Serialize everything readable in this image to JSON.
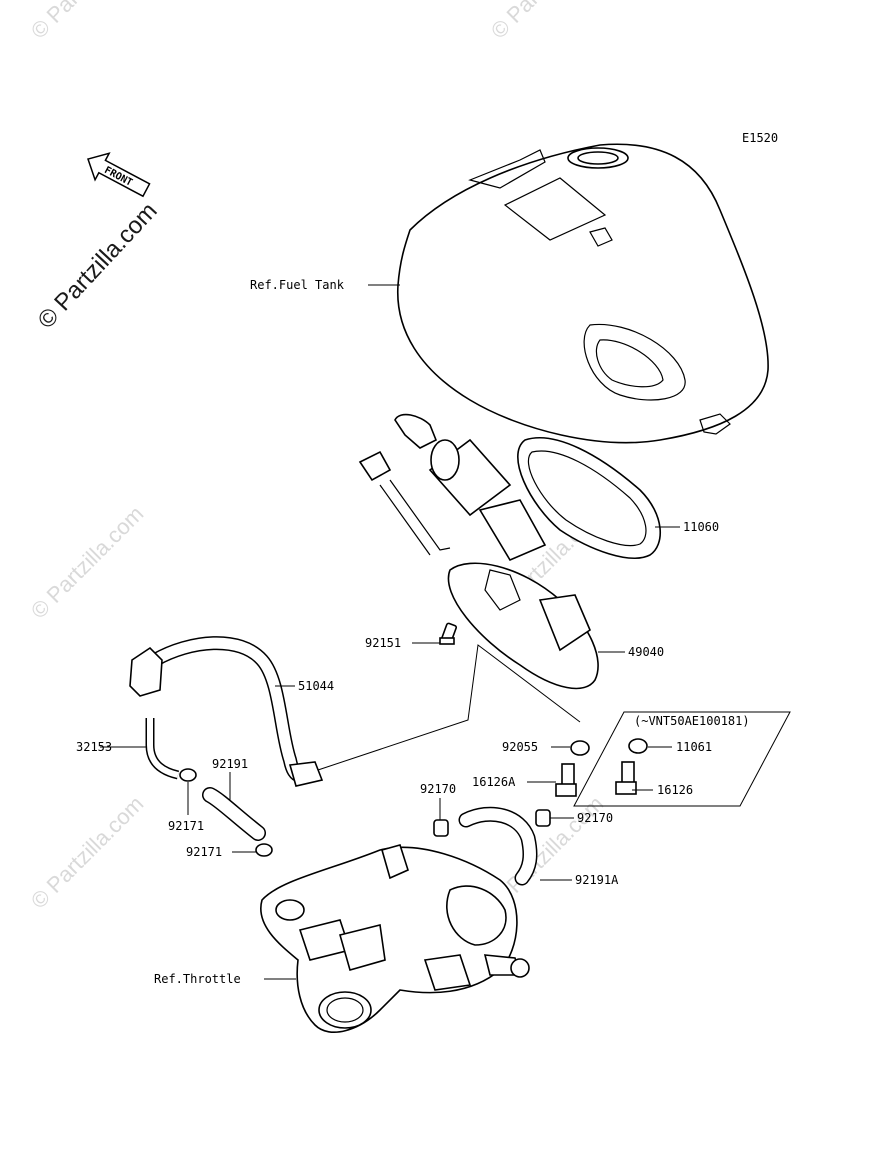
{
  "diagram_code": "E1520",
  "front_label": "FRONT",
  "watermark_main": "© Partzilla.com",
  "watermark_faint": "© Partzilla.com",
  "note_box_label": "(~VNT50AE100181)",
  "labels": {
    "fuel_tank": "Ref.Fuel Tank",
    "throttle": "Ref.Throttle",
    "p11060": "11060",
    "p49040": "49040",
    "p92151": "92151",
    "p51044": "51044",
    "p32153": "32153",
    "p92191": "92191",
    "p92171a": "92171",
    "p92171b": "92171",
    "p92055": "92055",
    "p16126a": "16126A",
    "p92170a": "92170",
    "p92170b": "92170",
    "p92191a": "92191A",
    "p11061": "11061",
    "p16126": "16126"
  }
}
